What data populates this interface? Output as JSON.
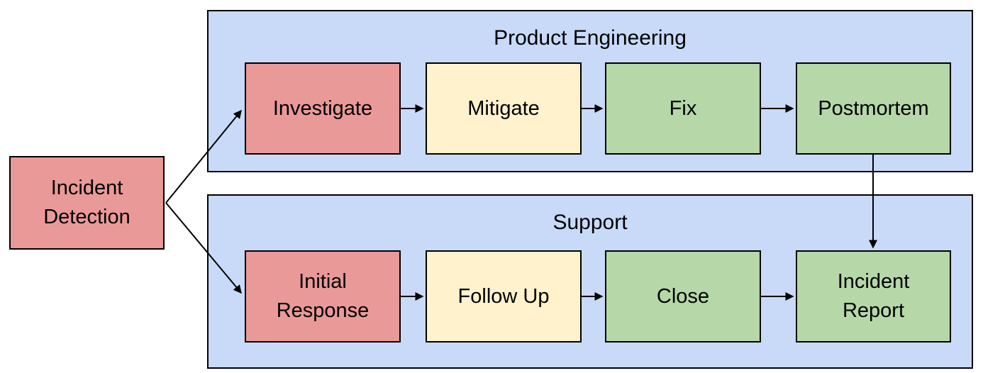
{
  "diagram": {
    "palette": {
      "node_red_fill": "#EA9999",
      "node_yellow_fill": "#FFF2CC",
      "node_green_fill": "#B6D7A8",
      "lane_fill": "#C9DAF8",
      "stroke": "#000000",
      "text": "#000000",
      "background": "#FFFFFF"
    },
    "start_node": {
      "label": "Incident Detection",
      "fill": "red"
    },
    "lanes": [
      {
        "label": "Product Engineering",
        "nodes": [
          {
            "label": "Investigate",
            "fill": "red"
          },
          {
            "label": "Mitigate",
            "fill": "yellow"
          },
          {
            "label": "Fix",
            "fill": "green"
          },
          {
            "label": "Postmortem",
            "fill": "green"
          }
        ]
      },
      {
        "label": "Support",
        "nodes": [
          {
            "label": "Initial Response",
            "fill": "red"
          },
          {
            "label": "Follow Up",
            "fill": "yellow"
          },
          {
            "label": "Close",
            "fill": "green"
          },
          {
            "label": "Incident Report",
            "fill": "green"
          }
        ]
      }
    ],
    "connections": [
      {
        "from": "Incident Detection",
        "to": "Investigate"
      },
      {
        "from": "Incident Detection",
        "to": "Initial Response"
      },
      {
        "from": "Investigate",
        "to": "Mitigate"
      },
      {
        "from": "Mitigate",
        "to": "Fix"
      },
      {
        "from": "Fix",
        "to": "Postmortem"
      },
      {
        "from": "Postmortem",
        "to": "Incident Report"
      },
      {
        "from": "Initial Response",
        "to": "Follow Up"
      },
      {
        "from": "Follow Up",
        "to": "Close"
      },
      {
        "from": "Close",
        "to": "Incident Report"
      }
    ]
  }
}
